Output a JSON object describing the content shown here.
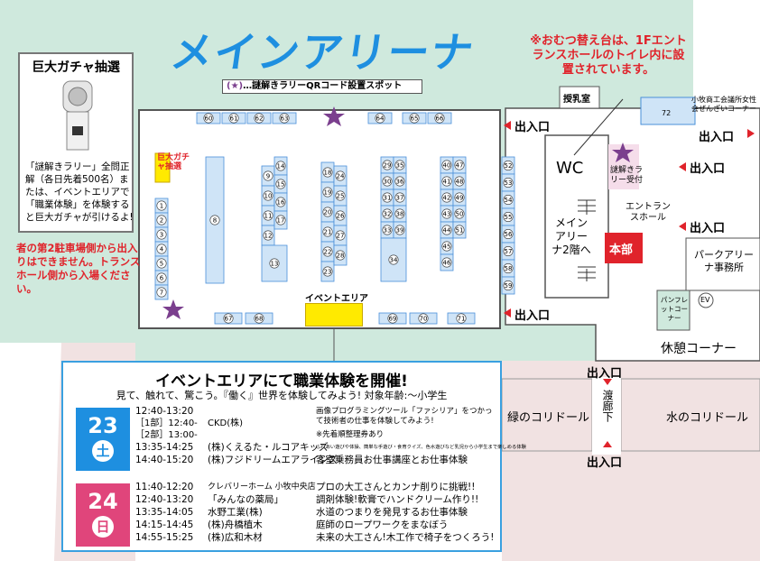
{
  "title": "メインアリーナ",
  "legend": {
    "marker": "(★)",
    "text": "…謎解きラリーQRコード設置スポット"
  },
  "gacha": {
    "title": "巨大ガチャ抽選",
    "description": "「謎解きラリー」全問正解（各日先着500名）または、イベントエリアで「職業体験」を体験すると巨大ガチャが引けるよ!",
    "map_label": "巨大ガチャ抽選"
  },
  "parking_note": "者の第2駐車場側から出入りはできません。トランスホール側から入場ください。",
  "diaper_note": "※おむつ替え台は、1Fエントランスホールのトイレ内に設置されています。",
  "rooms": {
    "nursing": "授乳室",
    "chamber": "小牧商工会議所女性会ぜんざいコーナー",
    "chamber_num": "72",
    "wc": "WC",
    "rally_reception": "謎解きラリー受付",
    "entrance_hall": "エントランスホール",
    "main_arena_2f": "メインアリーナ2階へ",
    "hq": "本部",
    "park_office": "パークアリーナ事務所",
    "pamphlet": "パンフレットコーナー",
    "ev": "EV",
    "rest": "休憩コーナー",
    "green_corridor": "緑のコリドール",
    "water_corridor": "水のコリドール",
    "crossing": "渡廊下"
  },
  "exits": {
    "label": "出入口"
  },
  "booths": {
    "top": [
      "60",
      "61",
      "62",
      "63",
      "64",
      "65",
      "66"
    ],
    "left": [
      "1",
      "2",
      "3",
      "4",
      "5",
      "6",
      "7"
    ],
    "col8": "8",
    "col_a": [
      "9",
      "10",
      "11",
      "12"
    ],
    "col_b": [
      "14",
      "15",
      "16",
      "17"
    ],
    "col13": "13",
    "col_c": [
      "18",
      "19",
      "20",
      "21",
      "22",
      "23"
    ],
    "col_d": [
      "24",
      "25",
      "26",
      "27",
      "28"
    ],
    "col_e": [
      "29",
      "30",
      "31",
      "32",
      "33"
    ],
    "col_f": [
      "35",
      "36",
      "37",
      "38",
      "39"
    ],
    "col34": "34",
    "col_g": [
      "40",
      "41",
      "42",
      "43",
      "44",
      "45",
      "46"
    ],
    "col_h": [
      "47",
      "48",
      "49",
      "50",
      "51"
    ],
    "col_right": [
      "52",
      "53",
      "54",
      "55",
      "56",
      "57",
      "58",
      "59"
    ],
    "bottom": [
      "67",
      "68",
      "69",
      "70",
      "71"
    ]
  },
  "event_area_label": "イベントエリア",
  "event": {
    "title": "イベントエリアにて職業体験を開催!",
    "subtitle": "見て、触れて、驚こう。『働く』世界を体験してみよう! 対象年齢:～小学生",
    "days": [
      {
        "date": "23",
        "dow": "土",
        "color": "#1e8fe0",
        "rows": [
          {
            "time": "12:40-13:20",
            "company": "",
            "desc": ""
          },
          {
            "time": "［1部］12:40-",
            "company": "CKD(株)",
            "desc": "画像プログラミングツール「ファシリア」をつかって技術者の仕事を体験してみよう!"
          },
          {
            "time": "［2部］13:00-",
            "company": "",
            "desc": "※先着順整理券あり"
          },
          {
            "time": "13:35-14:25",
            "company": "(株)くえるた・ルコアキッズ",
            "desc": "ふれあい遊びや体操、簡単な手遊び・食育クイズ、色水遊びなど乳児から小学生まで楽しめる体験"
          },
          {
            "time": "14:40-15:20",
            "company": "(株)フジドリームエアラインズ",
            "desc": "客室乗務員お仕事講座とお仕事体験"
          }
        ]
      },
      {
        "date": "24",
        "dow": "日",
        "color": "#e0457b",
        "rows": [
          {
            "time": "11:40-12:20",
            "company": "クレバリーホーム 小牧中央店",
            "desc": "プロの大工さんとカンナ削りに挑戦!!"
          },
          {
            "time": "12:40-13:20",
            "company": "「みんなの薬局」",
            "desc": "調剤体験!軟膏でハンドクリーム作り!!"
          },
          {
            "time": "13:35-14:05",
            "company": "水野工業(株)",
            "desc": "水道のつまりを発見するお仕事体験"
          },
          {
            "time": "14:15-14:45",
            "company": "(株)舟橋植木",
            "desc": "庭師のロープワークをまなぼう"
          },
          {
            "time": "14:55-15:25",
            "company": "(株)広和木材",
            "desc": "未来の大工さん!木工作で椅子をつくろう!"
          }
        ]
      }
    ]
  },
  "colors": {
    "arena_floor": "#cfe9dd",
    "hall": "#ffffff",
    "corridor": "#f1e2e2",
    "booth_fill": "#cfe4f7",
    "booth_stroke": "#4a90d9",
    "star": "#7b3f8e",
    "accent_red": "#e0232b",
    "title_blue": "#1e8fe0",
    "event_yellow": "#ffea00"
  }
}
